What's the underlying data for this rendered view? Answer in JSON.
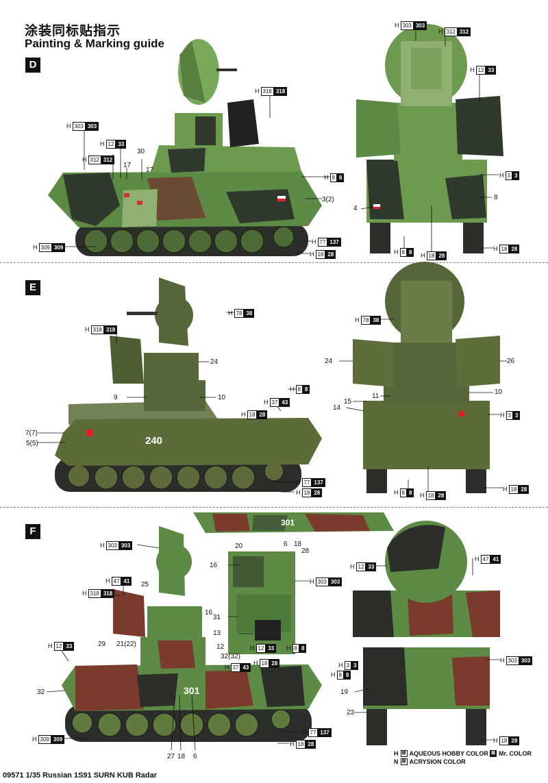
{
  "header": {
    "title_cn": "涂装同标贴指示",
    "title_en": "Painting & Marking guide"
  },
  "sections": {
    "d": {
      "letter": "D"
    },
    "e": {
      "letter": "E"
    },
    "f": {
      "letter": "F"
    }
  },
  "callouts": {
    "d_side": {
      "c303": {
        "h": "H",
        "a": "303",
        "b": "303"
      },
      "c312": {
        "h": "H",
        "a": "312",
        "b": "312"
      },
      "c12": {
        "h": "H",
        "a": "12",
        "b": "33"
      },
      "c318": {
        "h": "H",
        "a": "318",
        "b": "318"
      },
      "c8": {
        "h": "H",
        "a": "8",
        "b": "8"
      },
      "c309": {
        "h": "H",
        "a": "309",
        "b": "309"
      },
      "c77": {
        "h": "H",
        "a": "77",
        "b": "137"
      },
      "c18": {
        "h": "H",
        "a": "18",
        "b": "28"
      },
      "n30": "30",
      "n17a": "17",
      "n17b": "17",
      "n3": "3(2)"
    },
    "d_front": {
      "c303": {
        "h": "H",
        "a": "303",
        "b": "303"
      },
      "c312": {
        "h": "H",
        "a": "312",
        "b": "312"
      },
      "c12": {
        "h": "H",
        "a": "12",
        "b": "33"
      },
      "c3": {
        "h": "H",
        "a": "3",
        "b": "3"
      },
      "c8": {
        "h": "H",
        "a": "8",
        "b": "8"
      },
      "c18a": {
        "h": "H",
        "a": "18",
        "b": "28"
      },
      "c18b": {
        "h": "H",
        "a": "18",
        "b": "28"
      },
      "n4": "4",
      "n8": "8"
    },
    "e_side": {
      "c78": {
        "h": "H",
        "a": "78",
        "b": "38"
      },
      "c318": {
        "h": "H",
        "a": "318",
        "b": "318"
      },
      "c8": {
        "h": "H",
        "a": "8",
        "b": "8"
      },
      "c37": {
        "h": "H",
        "a": "37",
        "b": "43"
      },
      "c18": {
        "h": "H",
        "a": "18",
        "b": "28"
      },
      "c77": {
        "h": "H",
        "a": "77",
        "b": "137"
      },
      "c18b": {
        "h": "H",
        "a": "18",
        "b": "28"
      },
      "n24": "24",
      "n9": "9",
      "n10": "10",
      "n7": "7(7)",
      "n5": "5(5)",
      "n240": "240"
    },
    "e_front": {
      "c78": {
        "h": "H",
        "a": "78",
        "b": "38"
      },
      "c3": {
        "h": "H",
        "a": "3",
        "b": "3"
      },
      "c8": {
        "h": "H",
        "a": "8",
        "b": "8"
      },
      "c18a": {
        "h": "H",
        "a": "18",
        "b": "28"
      },
      "c18b": {
        "h": "H",
        "a": "18",
        "b": "28"
      },
      "n24": "24",
      "n26": "26",
      "n11": "11",
      "n10": "10",
      "n15": "15",
      "n14": "14"
    },
    "f_side": {
      "c303": {
        "h": "H",
        "a": "303",
        "b": "303"
      },
      "c47": {
        "h": "H",
        "a": "47",
        "b": "41"
      },
      "c318": {
        "h": "H",
        "a": "318",
        "b": "318"
      },
      "c12": {
        "h": "H",
        "a": "12",
        "b": "33"
      },
      "c37": {
        "h": "H",
        "a": "37",
        "b": "43"
      },
      "c18": {
        "h": "H",
        "a": "18",
        "b": "28"
      },
      "c8": {
        "h": "H",
        "a": "8",
        "b": "8"
      },
      "c309": {
        "h": "H",
        "a": "309",
        "b": "309"
      },
      "c77": {
        "h": "H",
        "a": "77",
        "b": "137"
      },
      "c18b": {
        "h": "H",
        "a": "18",
        "b": "28"
      },
      "n25": "25",
      "n29": "29",
      "n21": "21(22)",
      "n12": "12",
      "n32b": "32(32)",
      "n32": "32",
      "n27": "27",
      "n18": "18",
      "n6": "6",
      "n301": "301"
    },
    "f_top": {
      "c303": {
        "h": "H",
        "a": "303",
        "b": "303"
      },
      "c12": {
        "h": "H",
        "a": "12",
        "b": "33"
      },
      "n20": "20",
      "n16": "16",
      "n31": "31",
      "n13": "13",
      "n16b": "16",
      "n6": "6",
      "n18": "18",
      "n28": "28",
      "n301": "301"
    },
    "f_front": {
      "c12": {
        "h": "H",
        "a": "12",
        "b": "33"
      },
      "c47": {
        "h": "H",
        "a": "47",
        "b": "41"
      },
      "c303": {
        "h": "H",
        "a": "303",
        "b": "303"
      },
      "c3": {
        "h": "H",
        "a": "3",
        "b": "3"
      },
      "c8": {
        "h": "H",
        "a": "8",
        "b": "8"
      },
      "c18": {
        "h": "H",
        "a": "18",
        "b": "28"
      },
      "n19": "19",
      "n23": "23"
    }
  },
  "legend": {
    "aqueous": "AQUEOUS HOBBY COLOR",
    "acrysion": "ACRYSION COLOR",
    "mrcolor": "Mr. COLOR",
    "h_mark": "H",
    "n_mark": "N"
  },
  "footer": "09571 1/35 Russian 1S91 SURN KUB Radar"
}
